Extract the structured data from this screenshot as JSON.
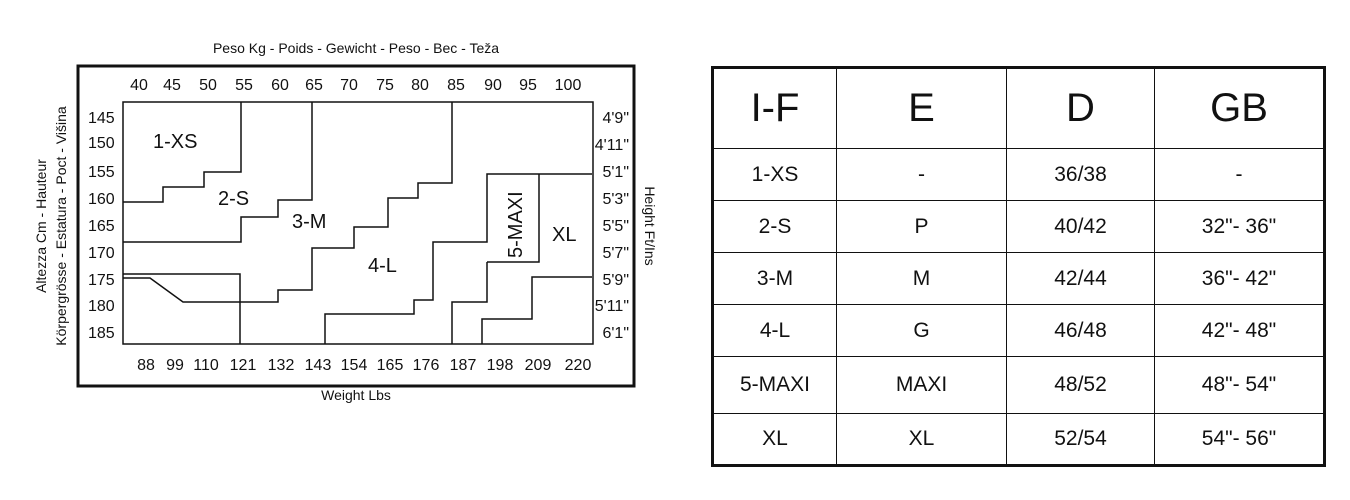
{
  "chart": {
    "top_label": "Peso Kg - Poids - Gewicht - Peso - Bec - Teža",
    "bottom_label": "Weight Lbs",
    "left_label_1": "Altezza Cm - Hauteur",
    "left_label_2": "Körpergrösse - Estatura - Poct - Višina",
    "right_label": "Height Ft/Ins",
    "kg_ticks": [
      "40",
      "45",
      "50",
      "55",
      "60",
      "65",
      "70",
      "75",
      "80",
      "85",
      "90",
      "95",
      "100"
    ],
    "lbs_ticks": [
      "88",
      "99",
      "110",
      "121",
      "132",
      "143",
      "154",
      "165",
      "176",
      "187",
      "198",
      "209",
      "220"
    ],
    "cm_ticks": [
      "145",
      "150",
      "155",
      "160",
      "165",
      "170",
      "175",
      "180",
      "185"
    ],
    "ftin_ticks": [
      "4'9\"",
      "4'11\"",
      "5'1\"",
      "5'3\"",
      "5'5\"",
      "5'7\"",
      "5'9\"",
      "5'11\"",
      "6'1\""
    ],
    "region_labels": [
      "1-XS",
      "2-S",
      "3-M",
      "4-L",
      "5-MAXI",
      "XL"
    ]
  },
  "table": {
    "headers": [
      "I-F",
      "E",
      "D",
      "GB"
    ],
    "rows": [
      [
        "1-XS",
        "-",
        "36/38",
        "-"
      ],
      [
        "2-S",
        "P",
        "40/42",
        "32\"- 36\""
      ],
      [
        "3-M",
        "M",
        "42/44",
        "36\"- 42\""
      ],
      [
        "4-L",
        "G",
        "46/48",
        "42\"- 48\""
      ],
      [
        "5-MAXI",
        "MAXI",
        "48/52",
        "48\"- 54\""
      ],
      [
        "XL",
        "XL",
        "52/54",
        "54\"- 56\""
      ]
    ]
  },
  "colors": {
    "ink": "#111111",
    "background": "#ffffff"
  }
}
